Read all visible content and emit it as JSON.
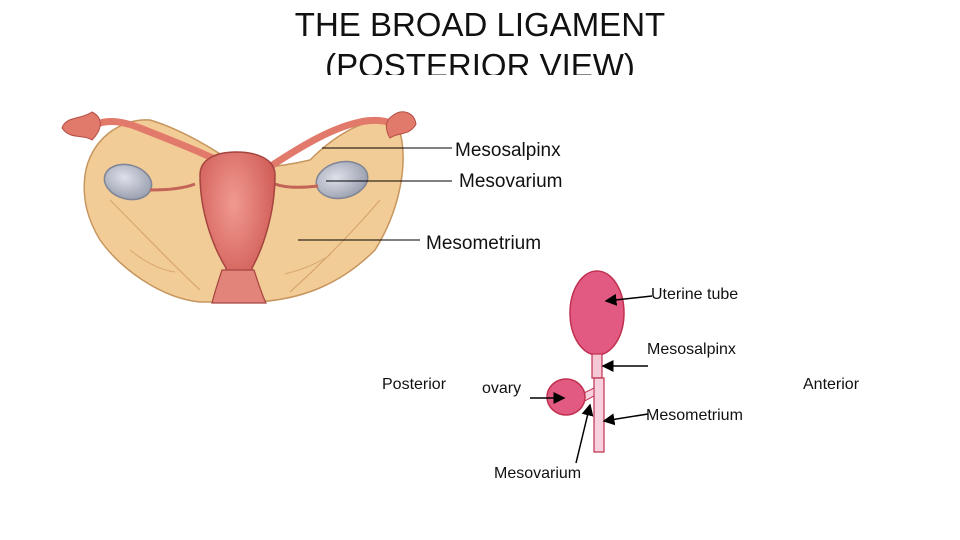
{
  "title": {
    "line1": "THE BROAD LIGAMENT",
    "line2": "(POSTERIOR VIEW)"
  },
  "illustration_labels": {
    "mesosalpinx": "Mesosalpinx",
    "mesovarium": "Mesovarium",
    "mesometrium": "Mesometrium"
  },
  "section_labels": {
    "uterine_tube": "Uterine tube",
    "mesosalpinx": "Mesosalpinx",
    "posterior": "Posterior",
    "anterior": "Anterior",
    "ovary": "ovary",
    "mesometrium": "Mesometrium",
    "mesovarium": "Mesovarium"
  },
  "colors": {
    "ligament": "#f0c890",
    "uterus": "#e0706a",
    "ovary": "#b8bcc8",
    "section_fill": "#e25a82",
    "section_edge": "#c0304f"
  }
}
